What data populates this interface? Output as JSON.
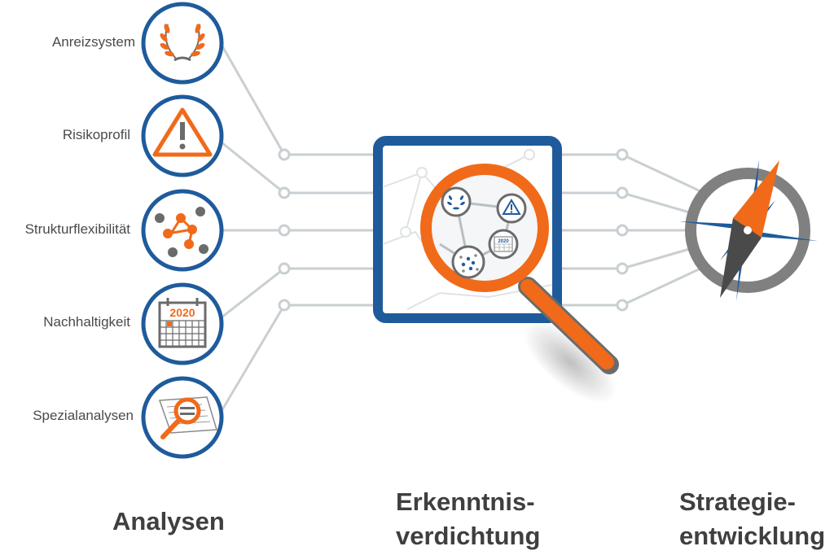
{
  "analyses": [
    {
      "label": "Anreizsystem",
      "icon": "laurel-wreath-icon"
    },
    {
      "label": "Risikoprofil",
      "icon": "warning-triangle-icon"
    },
    {
      "label": "Strukturflexibilität",
      "icon": "network-graph-icon"
    },
    {
      "label": "Nachhaltigkeit",
      "icon": "calendar-icon",
      "icon_text": "2020"
    },
    {
      "label": "Spezialanalysen",
      "icon": "magnifier-document-icon"
    }
  ],
  "sections": {
    "left": "Analysen",
    "middle_line1": "Erkenntnis-",
    "middle_line2": "verdichtung",
    "right_line1": "Strategie-",
    "right_line2": "entwicklung"
  },
  "magnifier_calendar_text": "2020",
  "colors": {
    "orange": "#f06a1a",
    "blue": "#1f5b9b",
    "gray": "#6b6b6b",
    "line": "#c9cfd2"
  }
}
